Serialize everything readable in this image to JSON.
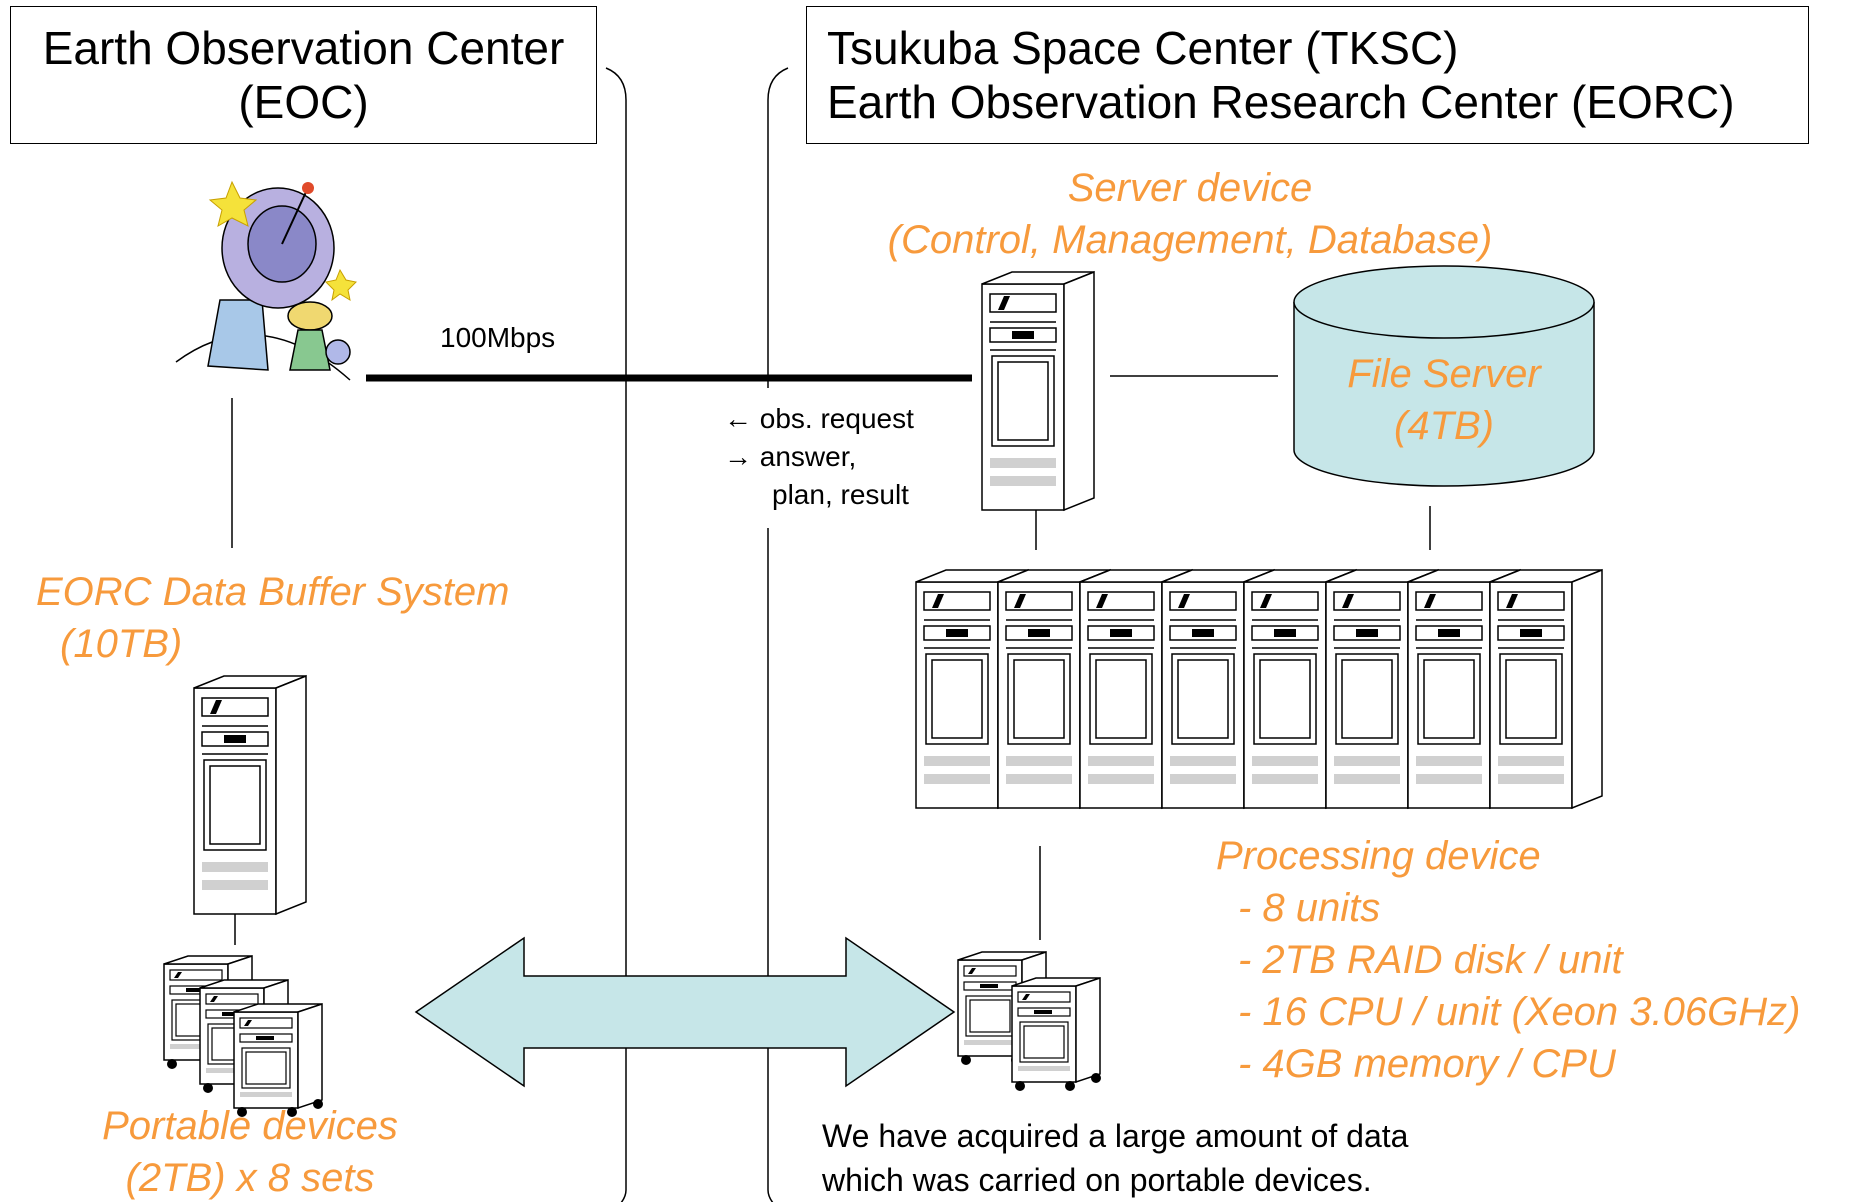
{
  "eoc_box": {
    "line1": "Earth Observation Center",
    "line2": "(EOC)"
  },
  "tksc_box": {
    "line1": "Tsukuba Space Center (TKSC)",
    "line2": "Earth Observation Research Center (EORC)"
  },
  "link_label": "100Mbps",
  "comm": {
    "line1": "← obs. request",
    "line2": "→ answer,",
    "line3": "plan, result"
  },
  "server_device": {
    "line1": "Server device",
    "line2": "(Control, Management, Database)"
  },
  "file_server": {
    "line1": "File Server",
    "line2": "(4TB)"
  },
  "buffer_system": {
    "line1": "EORC Data Buffer System",
    "line2": "(10TB)"
  },
  "processing": {
    "title": "Processing device",
    "items": [
      "- 8 units",
      "- 2TB RAID disk / unit",
      "- 16 CPU / unit (Xeon 3.06GHz)",
      "- 4GB memory / CPU"
    ]
  },
  "portable": {
    "line1": "Portable devices",
    "line2": "(2TB) x 8 sets"
  },
  "note": {
    "line1": "We have acquired a large amount of data",
    "line2": "which was carried on portable devices."
  },
  "colors": {
    "accent_text": "#F79A3C",
    "fill_light": "#C6E6E8"
  }
}
